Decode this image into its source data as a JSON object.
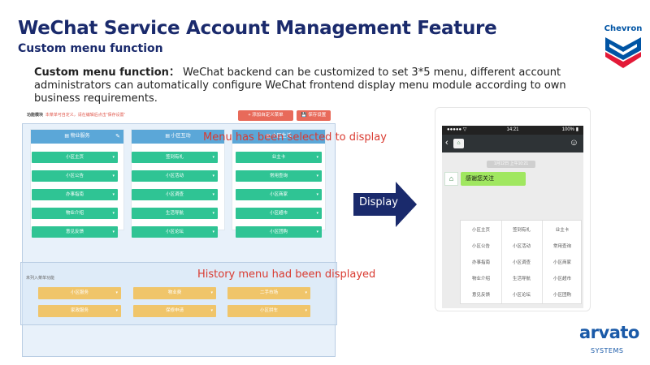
{
  "header": {
    "title": "WeChat Service Account Management Feature",
    "subtitle": "Custom menu function"
  },
  "logos": {
    "chevron": "Chevron",
    "arvato": "arvato",
    "arvato_sub": "SYSTEMS"
  },
  "description": {
    "label": "Custom menu function：",
    "text": " WeChat backend can be customized to set 3*5 menu, different account administrators can automatically configure WeChat frontend display menu module according to own business requirements."
  },
  "backend": {
    "module_label": "功能模块",
    "hint": "本菜单可自定义，请在编辑后点击“保存设置”",
    "add_button": "添加自定义菜单",
    "save_button": "保存设置",
    "selected_label": "Menu has been selected to display",
    "columns": [
      {
        "title": "物业服务",
        "items": [
          "小区主页",
          "小区公告",
          "办事指南",
          "物业介绍",
          "意见反馈"
        ]
      },
      {
        "title": "小区互动",
        "items": [
          "签到有礼",
          "小区活动",
          "小区调查",
          "生活导航",
          "小区论坛"
        ]
      },
      {
        "title": "小区生活",
        "items": [
          "业主卡",
          "常用查询",
          "小区商家",
          "小区超市",
          "小区团购"
        ]
      }
    ]
  },
  "history": {
    "hint": "未列入菜单功能",
    "label": "History menu had been displayed",
    "items": [
      "小区服务",
      "物业费",
      "二手市场",
      "家政服务",
      "保修申请",
      "小区拼车"
    ]
  },
  "arrow_label": "Display",
  "phone": {
    "time": "14:21",
    "battery": "100%",
    "timestamp": "1月12日 上午10:21",
    "message": "感谢您关注",
    "menu": [
      [
        "小区主页",
        "签到有礼",
        "业主卡"
      ],
      [
        "小区公告",
        "小区活动",
        "常用查询"
      ],
      [
        "办事指南",
        "小区调查",
        "小区商家"
      ],
      [
        "物业介绍",
        "生活导航",
        "小区超市"
      ],
      [
        "意见反馈",
        "小区论坛",
        "小区团购"
      ]
    ]
  },
  "colors": {
    "title": "#1a2a6c",
    "annotation": "#d93a30",
    "menu_item": "#2fc494",
    "history_item": "#f0c56a",
    "column_header": "#5ba7d8",
    "arrow": "#1a2a6c"
  }
}
